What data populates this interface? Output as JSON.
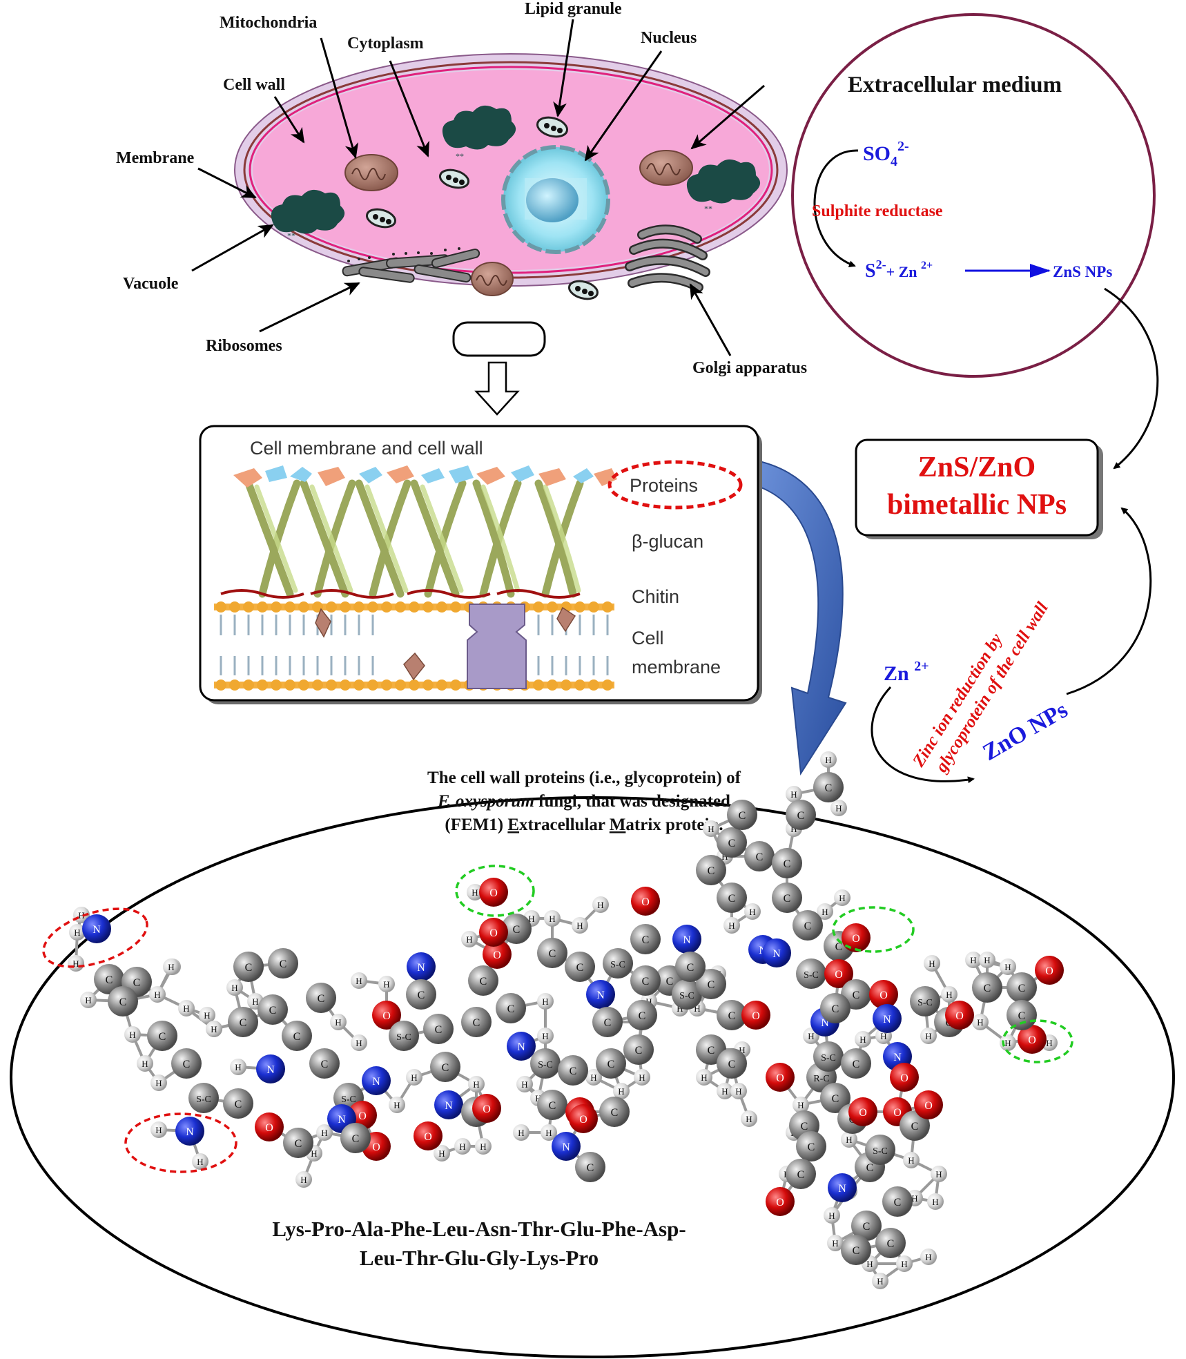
{
  "cell": {
    "labels": {
      "mitochondria": "Mitochondria",
      "cytoplasm": "Cytoplasm",
      "lipid_granule": "Lipid granule",
      "nucleus": "Nucleus",
      "cell_wall": "Cell wall",
      "membrane": "Membrane",
      "vacuole": "Vacuole",
      "ribosomes": "Ribosomes",
      "golgi": "Golgi apparatus"
    },
    "colors": {
      "cytoplasm": "#f7a8d8",
      "wall": "#e0cde6",
      "membrane_line": "#e0217d"
    }
  },
  "extracellular": {
    "title": "Extracellular medium",
    "so4": "SO",
    "so4_sub": "4",
    "so4_sup": "2-",
    "enzyme": "Sulphite reductase",
    "s2": "S",
    "s2_sup": "2-",
    "plus_zn": "+ Zn ",
    "zn_sup": "2+",
    "product": "ZnS NPs",
    "ring_color": "#7a1f45"
  },
  "result_box": {
    "line1": "ZnS/ZnO",
    "line2": "bimetallic NPs",
    "color": "#e01010"
  },
  "zinc_path": {
    "zn_ion": "Zn ",
    "zn_sup": "2+",
    "reduction_line1": "Zinc ion reduction by",
    "reduction_line2": "glycoprotein of the cell wall",
    "zno": "ZnO NPs"
  },
  "membrane_panel": {
    "title": "Cell membrane and cell wall",
    "proteins": "Proteins",
    "glucan": "β-glucan",
    "chitin": "Chitin",
    "cell_membrane_1": "Cell",
    "cell_membrane_2": "membrane"
  },
  "protein": {
    "caption_line1": "The cell wall proteins (i.e., glycoprotein) of",
    "caption_species": "F. oxysporum",
    "caption_line2_rest": " fungi, that was designated",
    "caption_line3_a": "(FEM1)  ",
    "caption_e": "E",
    "caption_line3_b": "xtracellular ",
    "caption_m": "M",
    "caption_line3_c": "atrix protein.",
    "sequence_line1": "Lys-Pro-Ala-Phe-Leu-Asn-Thr-Glu-Phe-Asp-",
    "sequence_line2": "Leu-Thr-Glu-Gly-Lys-Pro"
  },
  "atom_colors": {
    "carbon": "#8c8c8c",
    "hydrogen": "#e6e6e6",
    "nitrogen": "#1a2fd0",
    "oxygen": "#d40b0b"
  }
}
